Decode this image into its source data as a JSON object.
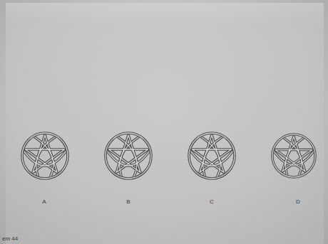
{
  "diagram": {
    "labels": [
      "A",
      "B",
      "C",
      "D",
      "em 44"
    ]
  }
}
